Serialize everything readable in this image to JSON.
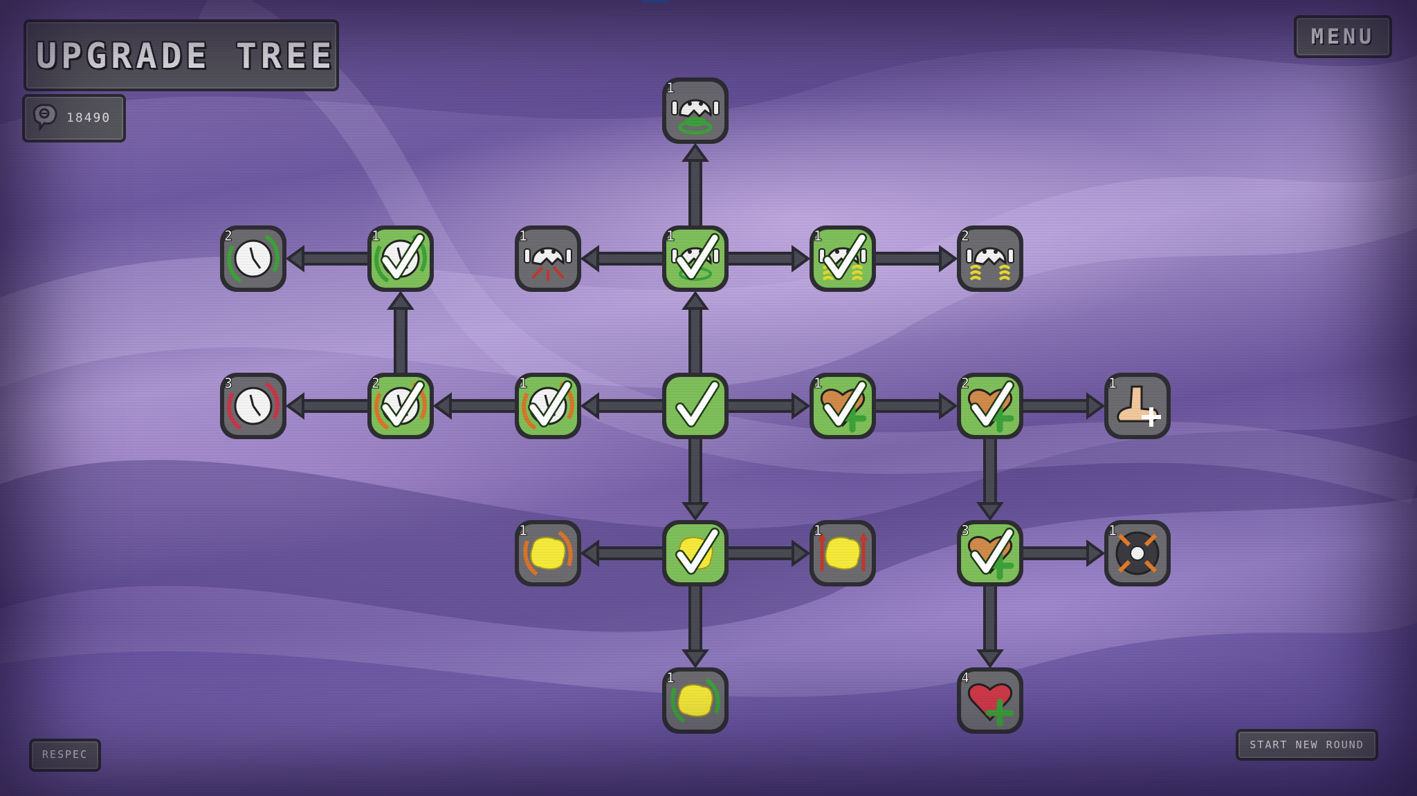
{
  "header": {
    "title": "UPGRADE TREE",
    "points": "18490",
    "points_icon": "brain-icon"
  },
  "buttons": {
    "menu": "MENU",
    "respec": "RESPEC",
    "start_round": "START NEW ROUND"
  },
  "colors": {
    "purchased_node": "#7fbf5a",
    "locked_node": "#6b6b70",
    "node_border": "#2d2d33",
    "checkmark": "#ffffff",
    "connector": "#4a4a55",
    "background_purple": "#8e77b7"
  },
  "nodes": [
    {
      "id": "root",
      "icon": "root-icon",
      "level": "",
      "purchased": true
    },
    {
      "id": "ghost-up-1",
      "icon": "ghost-ring-icon",
      "level": "1",
      "purchased": true
    },
    {
      "id": "ghost-top",
      "icon": "ghost-green-ring-icon",
      "level": "1",
      "purchased": false
    },
    {
      "id": "ghost-left",
      "icon": "ghost-red-spikes-icon",
      "level": "1",
      "purchased": false
    },
    {
      "id": "ghost-right-1",
      "icon": "ghost-yellow-waves-icon",
      "level": "1",
      "purchased": true
    },
    {
      "id": "ghost-right-2",
      "icon": "ghost-yellow-waves-icon",
      "level": "2",
      "purchased": false
    },
    {
      "id": "clock-1",
      "icon": "clock-orange-icon",
      "level": "1",
      "purchased": true
    },
    {
      "id": "clock-2",
      "icon": "clock-orange-icon",
      "level": "2",
      "purchased": true
    },
    {
      "id": "clock-3",
      "icon": "clock-red-icon",
      "level": "3",
      "purchased": false
    },
    {
      "id": "clock-green-1",
      "icon": "clock-green-icon",
      "level": "1",
      "purchased": true
    },
    {
      "id": "clock-green-2",
      "icon": "clock-green-icon",
      "level": "2",
      "purchased": false
    },
    {
      "id": "heart-1",
      "icon": "heart-plus-icon",
      "level": "1",
      "purchased": true
    },
    {
      "id": "heart-2",
      "icon": "heart-plus-icon",
      "level": "2",
      "purchased": true
    },
    {
      "id": "foot-1",
      "icon": "foot-plus-icon",
      "level": "1",
      "purchased": false
    },
    {
      "id": "heart-3",
      "icon": "heart-plus-icon",
      "level": "3",
      "purchased": true
    },
    {
      "id": "magnet-1",
      "icon": "target-arrows-icon",
      "level": "1",
      "purchased": false
    },
    {
      "id": "heart-red-4",
      "icon": "red-heart-plus-icon",
      "level": "4",
      "purchased": false
    },
    {
      "id": "blob-root",
      "icon": "yellow-blob-icon",
      "level": "",
      "purchased": true
    },
    {
      "id": "blob-left",
      "icon": "yellow-blob-orange-arrows-icon",
      "level": "1",
      "purchased": false
    },
    {
      "id": "blob-right",
      "icon": "yellow-blob-red-arrows-icon",
      "level": "1",
      "purchased": false
    },
    {
      "id": "blob-down",
      "icon": "yellow-blob-green-arrows-icon",
      "level": "1",
      "purchased": false
    }
  ]
}
